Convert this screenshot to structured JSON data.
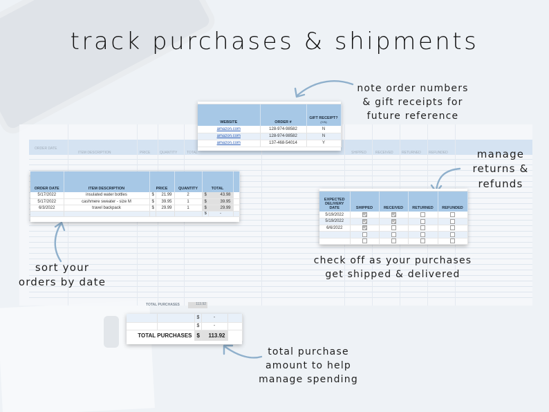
{
  "headline": "track purchases & shipments",
  "captions": {
    "order_numbers": "note order numbers\n& gift receipts for\nfuture reference",
    "returns": "manage\nreturns &\nrefunds",
    "sort": "sort your\norders by date",
    "check_off": "check off as your purchases\nget shipped & delivered",
    "total": "total purchase\namount to help\nmanage spending"
  },
  "website_card": {
    "headers": [
      "WEBSITE",
      "ORDER #",
      "GIFT RECEIPT?"
    ],
    "gift_sub": "(Y/N)",
    "rows": [
      {
        "website": "amazon.com",
        "order": "128-974-98582",
        "gift": "N"
      },
      {
        "website": "amazon.com",
        "order": "128-974-98582",
        "gift": "N"
      },
      {
        "website": "amazon.com",
        "order": "137-468-54014",
        "gift": "Y"
      }
    ]
  },
  "order_card": {
    "headers": [
      "ORDER DATE",
      "ITEM DESCRIPTION",
      "PRICE",
      "QUANTITY",
      "TOTAL"
    ],
    "currency": "$",
    "rows": [
      {
        "date": "5/17/2022",
        "item": "insulated water bottles",
        "price": "21.99",
        "qty": "2",
        "total": "43.98"
      },
      {
        "date": "5/17/2022",
        "item": "cashmere sweater - size M",
        "price": "39.95",
        "qty": "1",
        "total": "39.95"
      },
      {
        "date": "6/3/2022",
        "item": "travel backpack",
        "price": "29.99",
        "qty": "1",
        "total": "29.99"
      }
    ],
    "empty_total": "-"
  },
  "delivery_card": {
    "headers": [
      "EXPECTED DELIVERY DATE",
      "SHIPPED",
      "RECEIVED",
      "RETURNED",
      "REFUNDED"
    ],
    "rows": [
      {
        "date": "5/19/2022",
        "shipped": true,
        "received": true,
        "returned": false,
        "refunded": false
      },
      {
        "date": "5/19/2022",
        "shipped": true,
        "received": true,
        "returned": false,
        "refunded": false
      },
      {
        "date": "6/6/2022",
        "shipped": true,
        "received": false,
        "returned": false,
        "refunded": false
      },
      {
        "date": "",
        "shipped": false,
        "received": false,
        "returned": false,
        "refunded": false
      },
      {
        "date": "",
        "shipped": false,
        "received": false,
        "returned": false,
        "refunded": false
      }
    ]
  },
  "total_card": {
    "currency": "$",
    "empty": "-",
    "label": "TOTAL PURCHASES",
    "value": "113.92"
  },
  "background_sheet": {
    "headers": [
      "ORDER DATE",
      "ITEM DESCRIPTION",
      "PRICE",
      "QUANTITY",
      "TOTAL",
      "SHIPPED",
      "RECEIVED",
      "RETURNED",
      "REFUNDED"
    ],
    "total_label": "TOTAL PURCHASES",
    "total_value": "113.92"
  },
  "colors": {
    "header_blue": "#a7c8e6",
    "row_alt": "#e8f0f9",
    "arrow": "#8fb0cc",
    "link": "#2b5db5"
  }
}
